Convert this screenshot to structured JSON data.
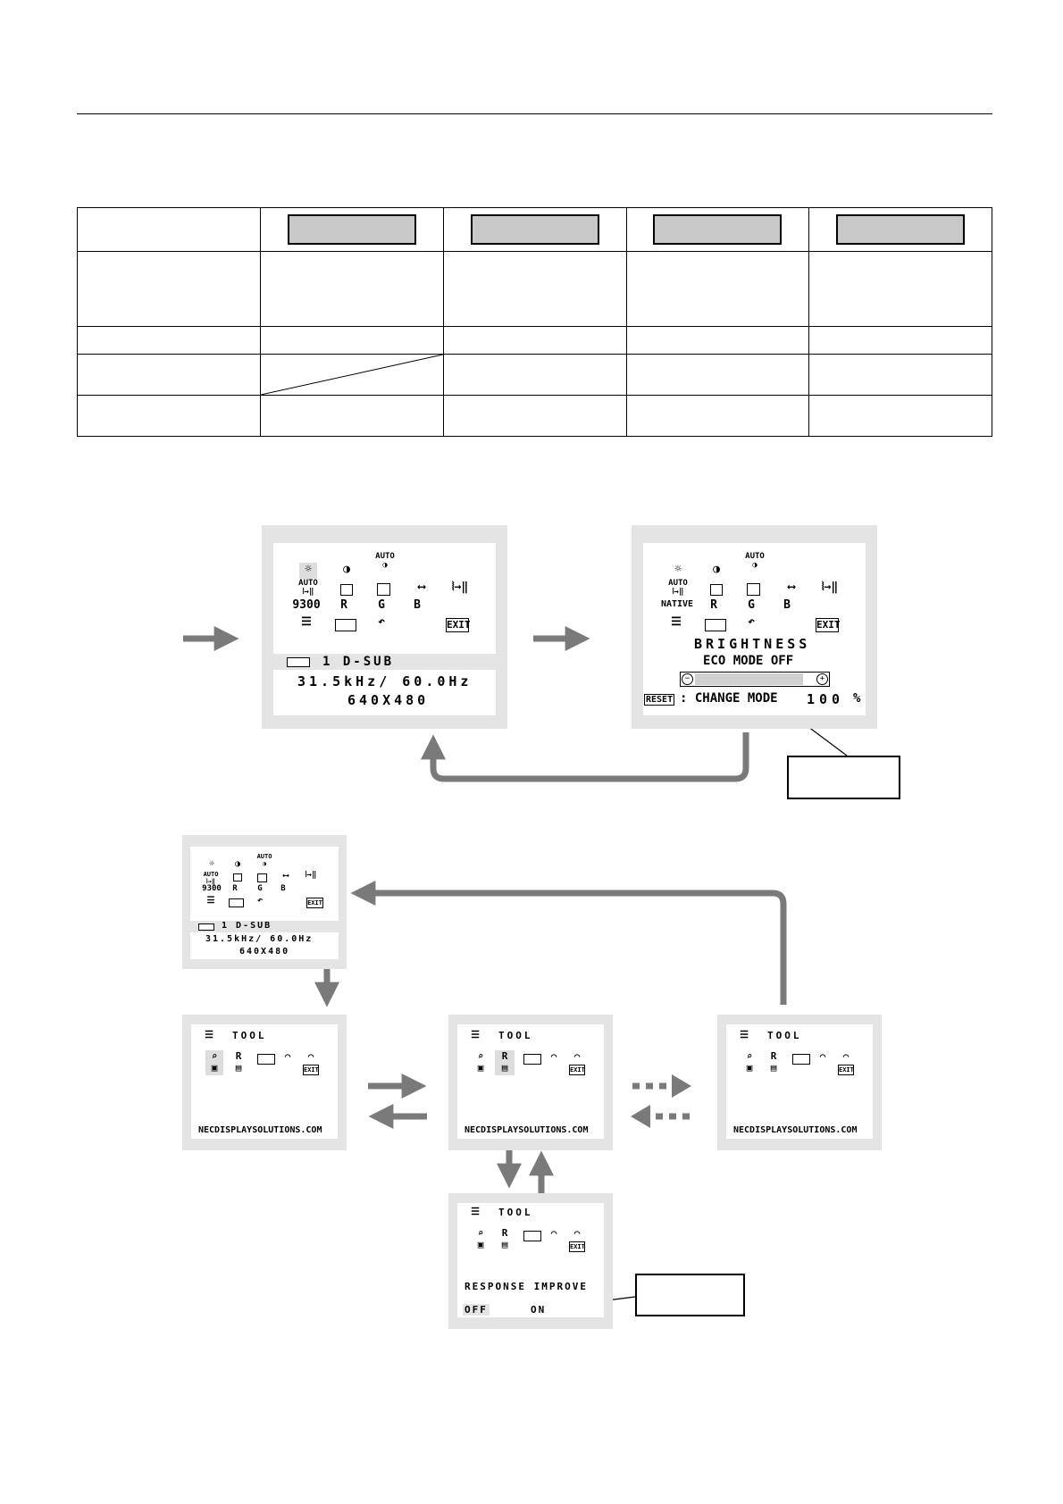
{
  "osd_main": {
    "input_label": "1  D-SUB",
    "freq": "31.5kHz/ 60.0Hz",
    "resolution": "640X480",
    "icon_auto": "AUTO",
    "icon_9300": "9300",
    "icon_r": "R",
    "icon_g": "G",
    "icon_b": "B",
    "exit_label": "EXIT"
  },
  "osd_brightness": {
    "icon_native": "NATIVE",
    "title": "BRIGHTNESS",
    "eco": "ECO MODE OFF",
    "reset_label": "RESET",
    "change_mode": ": CHANGE MODE",
    "value": "100",
    "unit": "%",
    "bar_level": 0.9
  },
  "osd_tool": {
    "title": "TOOL",
    "url": "NECDISPLAYSOLUTIONS.COM",
    "exit_label": "EXIT"
  },
  "osd_response": {
    "title": "TOOL",
    "label": "RESPONSE  IMPROVE",
    "off": "OFF",
    "on": "ON"
  },
  "colors": {
    "osd_frame": "#e4e4e4",
    "arrow": "#7a7a7a",
    "header_box": "#c8c8c8"
  }
}
